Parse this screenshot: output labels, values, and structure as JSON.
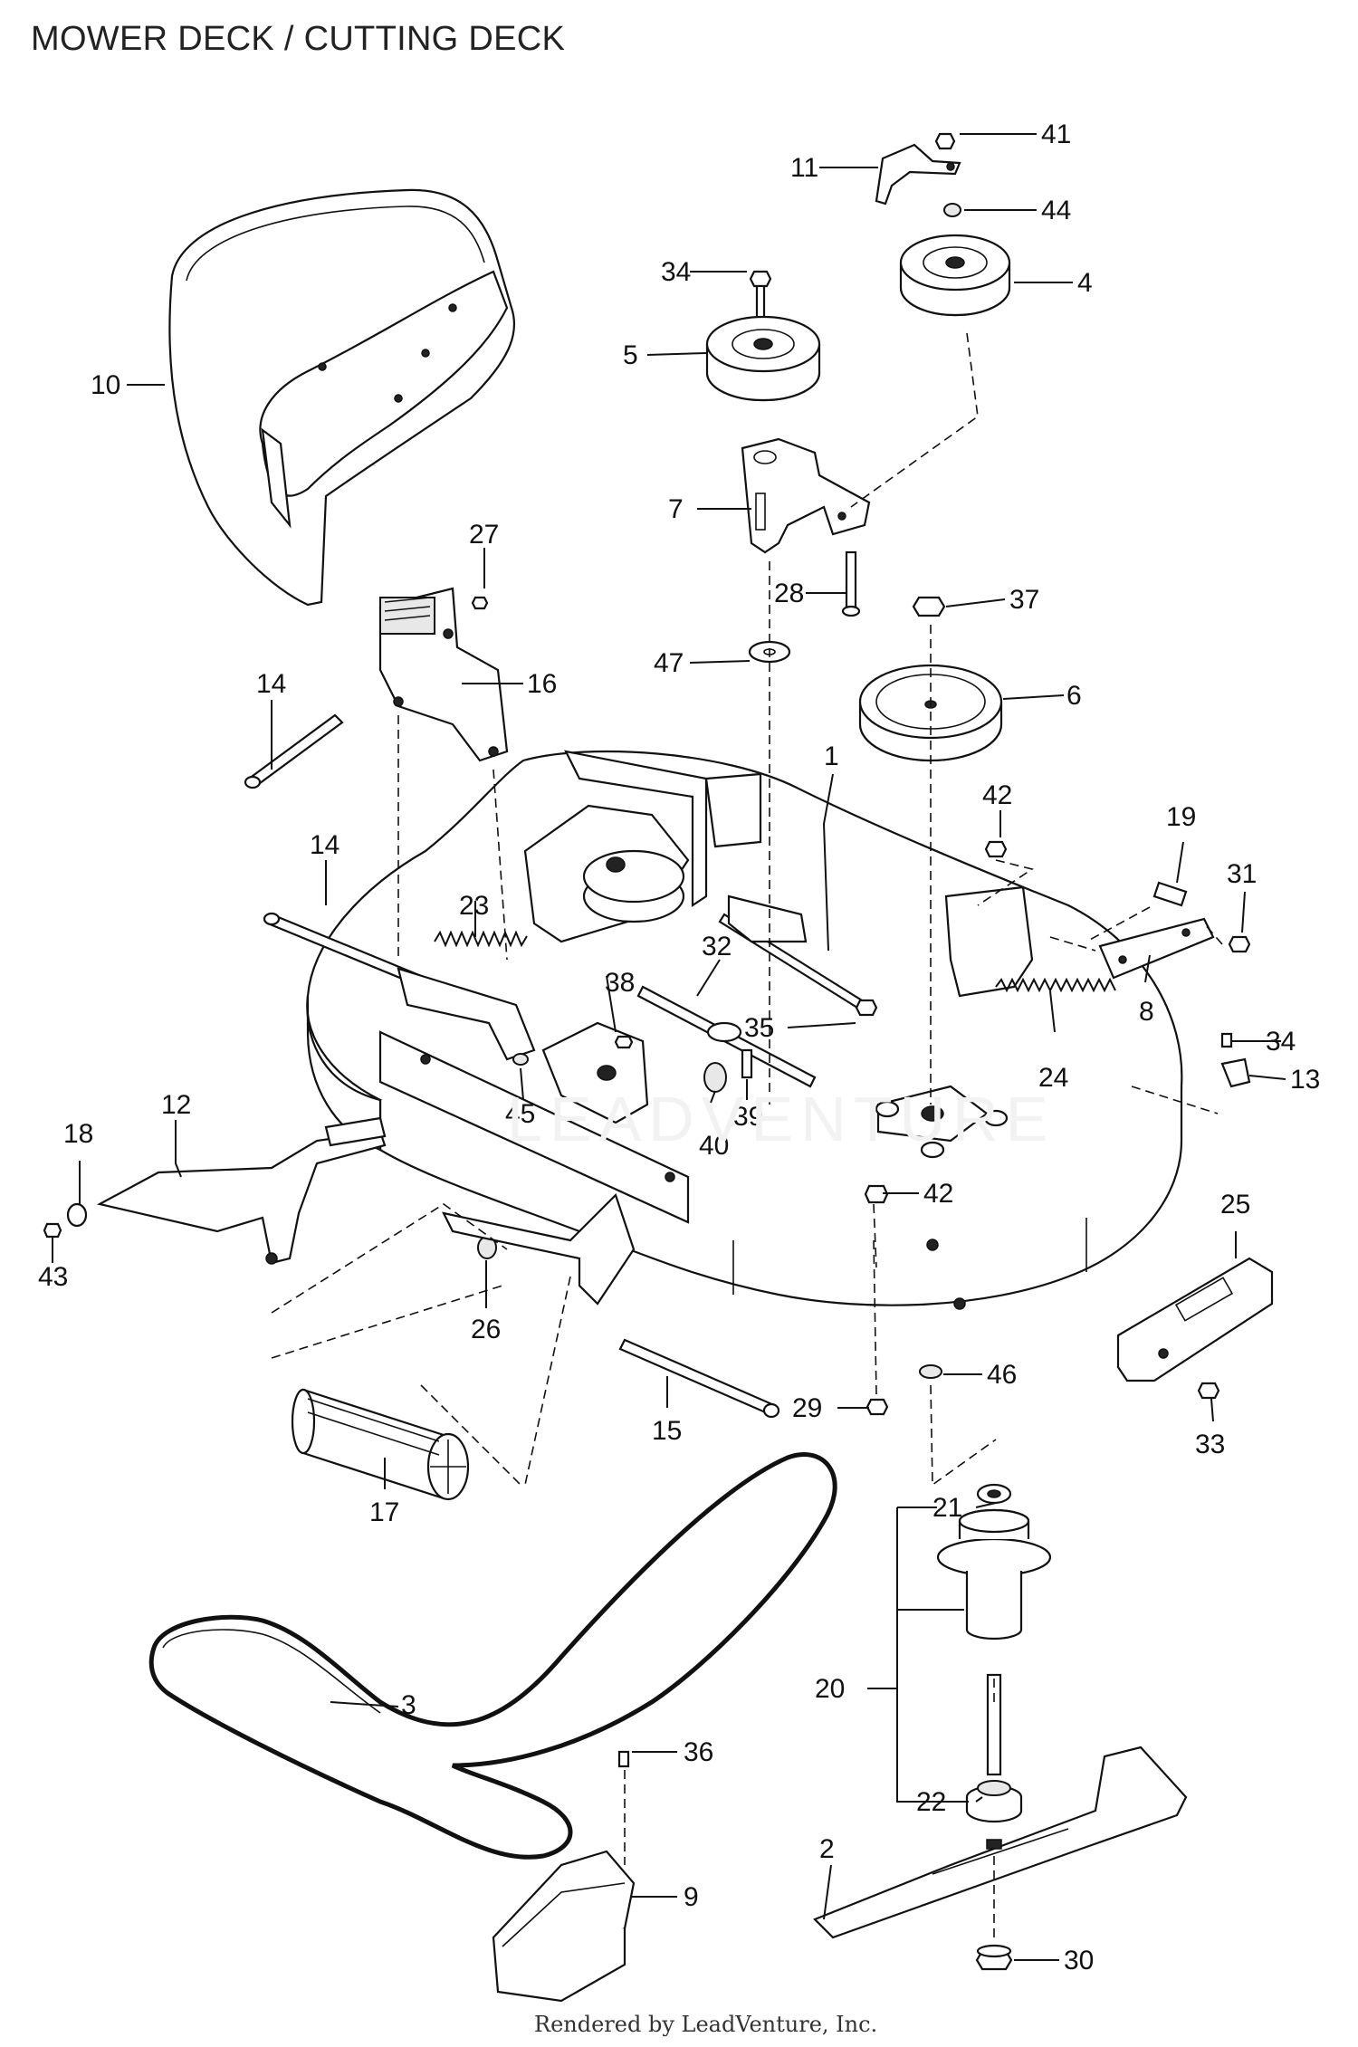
{
  "title": "MOWER DECK / CUTTING DECK",
  "footer": "Rendered by LeadVenture, Inc.",
  "watermark": "LEADVENTURE",
  "callouts": [
    {
      "id": "1",
      "label": "1"
    },
    {
      "id": "2",
      "label": "2"
    },
    {
      "id": "3",
      "label": "3"
    },
    {
      "id": "4",
      "label": "4"
    },
    {
      "id": "5",
      "label": "5"
    },
    {
      "id": "6",
      "label": "6"
    },
    {
      "id": "7",
      "label": "7"
    },
    {
      "id": "8",
      "label": "8"
    },
    {
      "id": "9",
      "label": "9"
    },
    {
      "id": "10",
      "label": "10"
    },
    {
      "id": "11",
      "label": "11"
    },
    {
      "id": "12",
      "label": "12"
    },
    {
      "id": "13",
      "label": "13"
    },
    {
      "id": "14a",
      "label": "14"
    },
    {
      "id": "14b",
      "label": "14"
    },
    {
      "id": "15",
      "label": "15"
    },
    {
      "id": "16",
      "label": "16"
    },
    {
      "id": "17",
      "label": "17"
    },
    {
      "id": "18",
      "label": "18"
    },
    {
      "id": "19",
      "label": "19"
    },
    {
      "id": "20",
      "label": "20"
    },
    {
      "id": "21",
      "label": "21"
    },
    {
      "id": "22",
      "label": "22"
    },
    {
      "id": "23",
      "label": "23"
    },
    {
      "id": "24",
      "label": "24"
    },
    {
      "id": "25",
      "label": "25"
    },
    {
      "id": "26",
      "label": "26"
    },
    {
      "id": "27",
      "label": "27"
    },
    {
      "id": "28",
      "label": "28"
    },
    {
      "id": "29",
      "label": "29"
    },
    {
      "id": "30",
      "label": "30"
    },
    {
      "id": "31",
      "label": "31"
    },
    {
      "id": "32",
      "label": "32"
    },
    {
      "id": "33",
      "label": "33"
    },
    {
      "id": "34a",
      "label": "34"
    },
    {
      "id": "34b",
      "label": "34"
    },
    {
      "id": "35",
      "label": "35"
    },
    {
      "id": "36",
      "label": "36"
    },
    {
      "id": "37",
      "label": "37"
    },
    {
      "id": "38",
      "label": "38"
    },
    {
      "id": "39",
      "label": "39"
    },
    {
      "id": "40",
      "label": "40"
    },
    {
      "id": "41",
      "label": "41"
    },
    {
      "id": "42a",
      "label": "42"
    },
    {
      "id": "42b",
      "label": "42"
    },
    {
      "id": "43",
      "label": "43"
    },
    {
      "id": "44",
      "label": "44"
    },
    {
      "id": "45",
      "label": "45"
    },
    {
      "id": "46",
      "label": "46"
    },
    {
      "id": "47",
      "label": "47"
    }
  ]
}
